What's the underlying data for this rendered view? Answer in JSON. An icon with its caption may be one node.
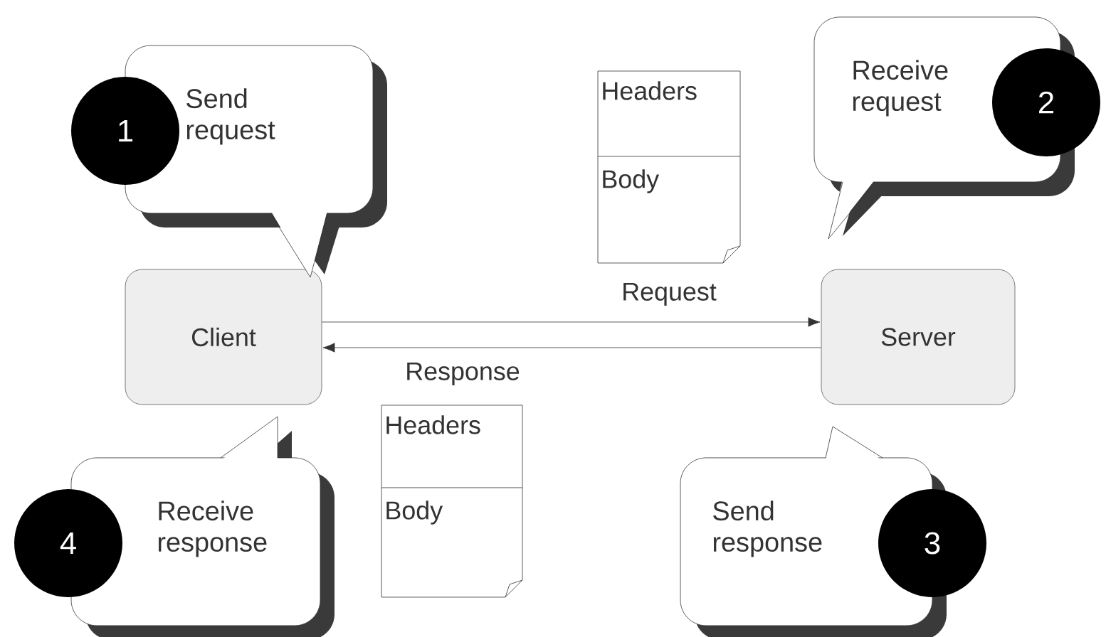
{
  "diagram": {
    "nodes": [
      {
        "text": [
          "Client"
        ]
      },
      {
        "text": [
          "Server"
        ]
      },
      {
        "text": [
          "Send request"
        ]
      },
      {
        "text": [
          "1"
        ]
      },
      {
        "text": [
          "Receive request"
        ]
      },
      {
        "text": [
          "2"
        ]
      },
      {
        "text": [
          "Headers",
          "Body"
        ]
      },
      {
        "text": [
          "Receive response"
        ]
      },
      {
        "text": [
          "4"
        ]
      },
      {
        "text": [
          "Send response"
        ]
      },
      {
        "text": [
          "3"
        ]
      },
      {
        "text": [
          "Headers",
          "Body"
        ]
      }
    ],
    "edges": [
      {
        "from": 0,
        "to": 1,
        "arrow": "to",
        "label": "Request"
      },
      {
        "from": 1,
        "to": 0,
        "arrow": "to",
        "label": "Response"
      }
    ]
  }
}
